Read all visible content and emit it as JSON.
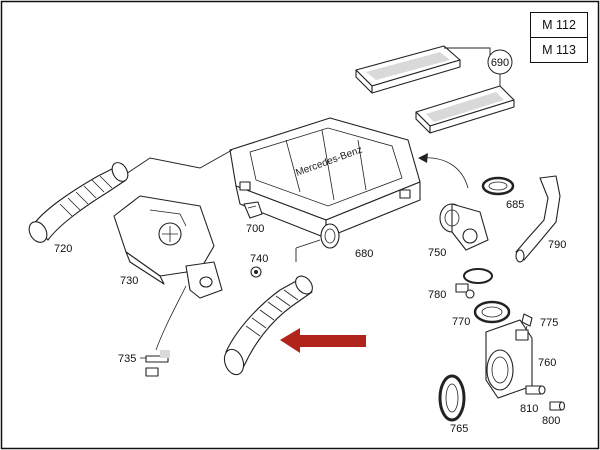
{
  "models": [
    "M 112",
    "M 113"
  ],
  "parts": {
    "p690": "690",
    "p720": "720",
    "p730": "730",
    "p700": "700",
    "p740": "740",
    "p680": "680",
    "p685": "685",
    "p790": "790",
    "p750": "750",
    "p780": "780",
    "p770": "770",
    "p775": "775",
    "p735": "735",
    "p760": "760",
    "p810": "810",
    "p800": "800",
    "p765": "765"
  },
  "housing_brand": "Mercedes-Benz",
  "colors": {
    "arrow": "#b0241c",
    "border": "#111111"
  }
}
